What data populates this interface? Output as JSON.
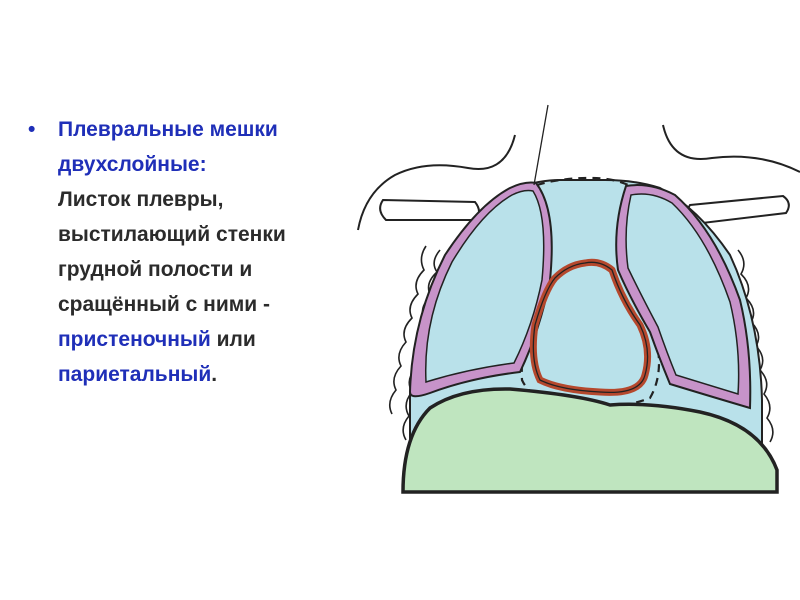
{
  "bullet_symbol": "•",
  "marker_symbol": "",
  "heading": {
    "line1": "Плевральные мешки",
    "line2": "двухслойные:"
  },
  "definition": {
    "line1": "Листок плевры,",
    "line2": "выстилающий стенки",
    "line3": "грудной полости и",
    "line4": "сращённый с ними -",
    "term1": "пристеночный",
    "connector": " или",
    "term2": "париетальный",
    "end": "."
  },
  "colors": {
    "accent_text": "#1f2fb8",
    "cavity_fill": "#b9e1ea",
    "pleura_outline": "#c793c9",
    "heart_outline": "#b5482d",
    "diaphragm_fill": "#bfe5bf"
  }
}
